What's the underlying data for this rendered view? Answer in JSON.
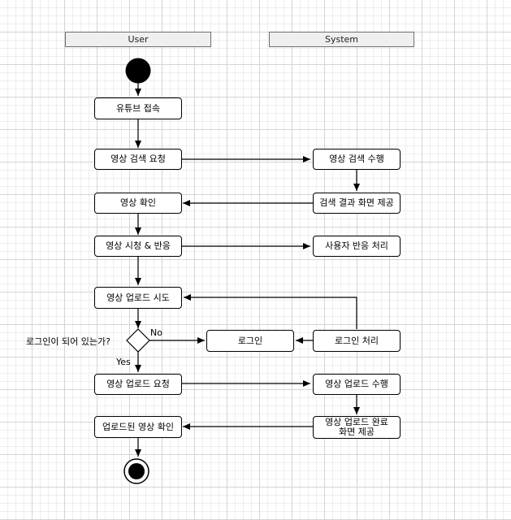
{
  "lanes": {
    "user": "User",
    "system": "System"
  },
  "nodes": {
    "connect": "유튜브 접속",
    "search_request": "영상 검색 요청",
    "search_exec": "영상 검색 수행",
    "search_result": "검색 결과 화면 제공",
    "video_check": "영상 확인",
    "watch_react": "영상 시청 & 반응",
    "reaction_proc": "사용자 반응 처리",
    "upload_try": "영상 업로드 시도",
    "login": "로그인",
    "login_proc": "로그인 처리",
    "upload_request": "영상 업로드 요청",
    "upload_exec": "영상 업로드 수행",
    "upload_done": "영상 업로드 완료\n화면 제공",
    "uploaded_check": "업로드된 영상 확인"
  },
  "decision": {
    "question": "로그인이 되어 있는가?",
    "no": "No",
    "yes": "Yes"
  }
}
